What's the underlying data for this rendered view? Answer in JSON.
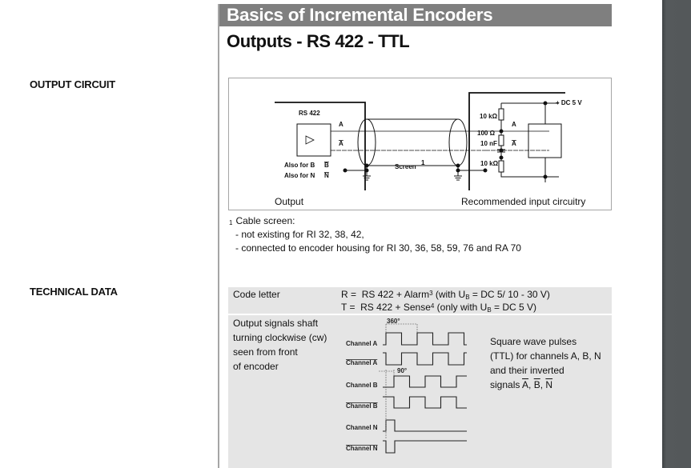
{
  "header": {
    "title": "Basics of Incremental Encoders",
    "subtitle": "Outputs - RS 422 - TTL"
  },
  "sections": {
    "output_circuit": "OUTPUT CIRCUIT",
    "technical_data": "TECHNICAL DATA"
  },
  "circuit": {
    "driver_label": "RS 422",
    "line_a": "A",
    "line_a_bar": "A",
    "also_b": "Also for B",
    "also_b_sym": "B",
    "also_b_bar": "B",
    "also_n": "Also for N",
    "also_n_sym": "N",
    "also_n_bar": "N",
    "screen_label": "Screen",
    "screen_sup": "1",
    "supply_label": "+ DC 5 V",
    "r1_label": "10 kΩ",
    "r2_label": "100 Ω",
    "c_label": "10 nF",
    "r3_label": "10 kΩ",
    "rx_a": "A",
    "rx_a_bar": "A",
    "output_caption": "Output",
    "input_caption": "Recommended input circuitry"
  },
  "footnote": {
    "marker": "1",
    "title": "Cable screen:",
    "items": [
      "-  not existing for RI 32, 38, 42,",
      "-  connected to encoder housing for RI 30, 36, 58, 59, 76 and RA 70"
    ]
  },
  "technical_data": {
    "code_letter": {
      "label": "Code letter",
      "rows": [
        {
          "letter": "R =",
          "pre": "RS 422 + Alarm",
          "sup": "3",
          "mid": " (with U",
          "sub": "B",
          "post": " = DC 5/ 10 - 30 V)"
        },
        {
          "letter": "T =",
          "pre": "RS 422 + Sense",
          "sup": "4",
          "mid": " (only with  U",
          "sub": "B",
          "post": " = DC 5 V)"
        }
      ]
    },
    "output_signals": {
      "label_lines": [
        "Output signals shaft",
        "turning clockwise (cw)",
        "seen from front",
        "of encoder"
      ],
      "period_label": "360°",
      "phase_label": "90°",
      "channels": [
        "Channel A",
        "Channel A",
        "Channel B",
        "Channel B",
        "Channel N",
        "Channel N"
      ],
      "description_lines": [
        "Square wave pulses",
        "(TTL) for channels A, B, N",
        "and their inverted"
      ],
      "signals_prefix": "signals ",
      "signals_a": "A",
      "signals_b": "B",
      "signals_n": "N"
    }
  }
}
